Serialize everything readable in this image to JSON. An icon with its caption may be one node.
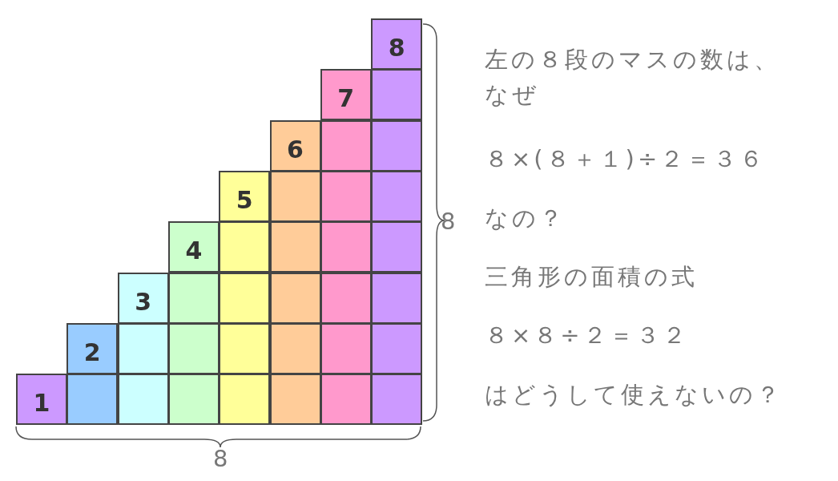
{
  "diagram": {
    "nodes": [
      {
        "text": [
          "8"
        ]
      },
      {
        "text": [
          "7"
        ]
      },
      {
        "text": [],
        "shape": "box"
      },
      {
        "text": [
          "6"
        ]
      },
      {
        "text": [],
        "shape": "box"
      },
      {
        "text": [],
        "shape": "box"
      },
      {
        "text": [
          "5"
        ]
      },
      {
        "text": [],
        "shape": "box"
      },
      {
        "text": [],
        "shape": "box"
      },
      {
        "text": [],
        "shape": "box"
      },
      {
        "text": [
          "4"
        ]
      },
      {
        "text": [],
        "shape": "box"
      },
      {
        "text": [],
        "shape": "box"
      },
      {
        "text": [],
        "shape": "box"
      },
      {
        "text": [],
        "shape": "box"
      },
      {
        "text": [
          "3"
        ]
      },
      {
        "text": [],
        "shape": "box"
      },
      {
        "text": [],
        "shape": "box"
      },
      {
        "text": [],
        "shape": "box"
      },
      {
        "text": [],
        "shape": "box"
      },
      {
        "text": [],
        "shape": "box"
      },
      {
        "text": [
          "2"
        ]
      },
      {
        "text": [],
        "shape": "box"
      },
      {
        "text": [],
        "shape": "box"
      },
      {
        "text": [],
        "shape": "box"
      },
      {
        "text": [],
        "shape": "box"
      },
      {
        "text": [],
        "shape": "box"
      },
      {
        "text": [],
        "shape": "box"
      },
      {
        "text": [
          "1"
        ]
      },
      {
        "text": [],
        "shape": "box"
      },
      {
        "text": [],
        "shape": "box"
      },
      {
        "text": [],
        "shape": "box"
      },
      {
        "text": [],
        "shape": "box"
      },
      {
        "text": [],
        "shape": "box"
      },
      {
        "text": [],
        "shape": "box"
      },
      {
        "text": [],
        "shape": "box"
      }
    ],
    "labels": [
      "左の８段のマスの数は、なぜ",
      "８×(８＋１)÷２＝３６",
      "なの？",
      "三角形の面積の式",
      "８×８÷２＝３２",
      "はどうして使えないの？",
      "8",
      "8"
    ]
  }
}
